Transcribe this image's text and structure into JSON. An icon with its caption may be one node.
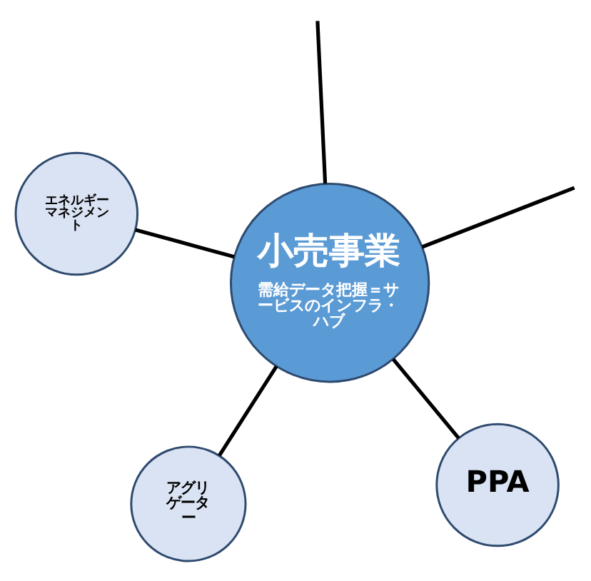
{
  "diagram": {
    "nodes": [
      {
        "text": [
          "小売事業",
          "需給データ把握＝サービスのインフラ・ハブ"
        ]
      },
      {
        "text": [
          "PPA"
        ]
      },
      {
        "text": [
          "アグリゲーター"
        ]
      },
      {
        "text": [
          "エネルギーマネジメント"
        ]
      }
    ],
    "edges": [
      {
        "from": 0,
        "to": null,
        "arrow": "none"
      },
      {
        "from": 0,
        "to": 1,
        "arrow": "none"
      },
      {
        "from": 0,
        "to": 2,
        "arrow": "none"
      },
      {
        "from": 0,
        "to": 3,
        "arrow": "none"
      },
      {
        "from": 0,
        "to": null,
        "arrow": "none"
      }
    ]
  }
}
